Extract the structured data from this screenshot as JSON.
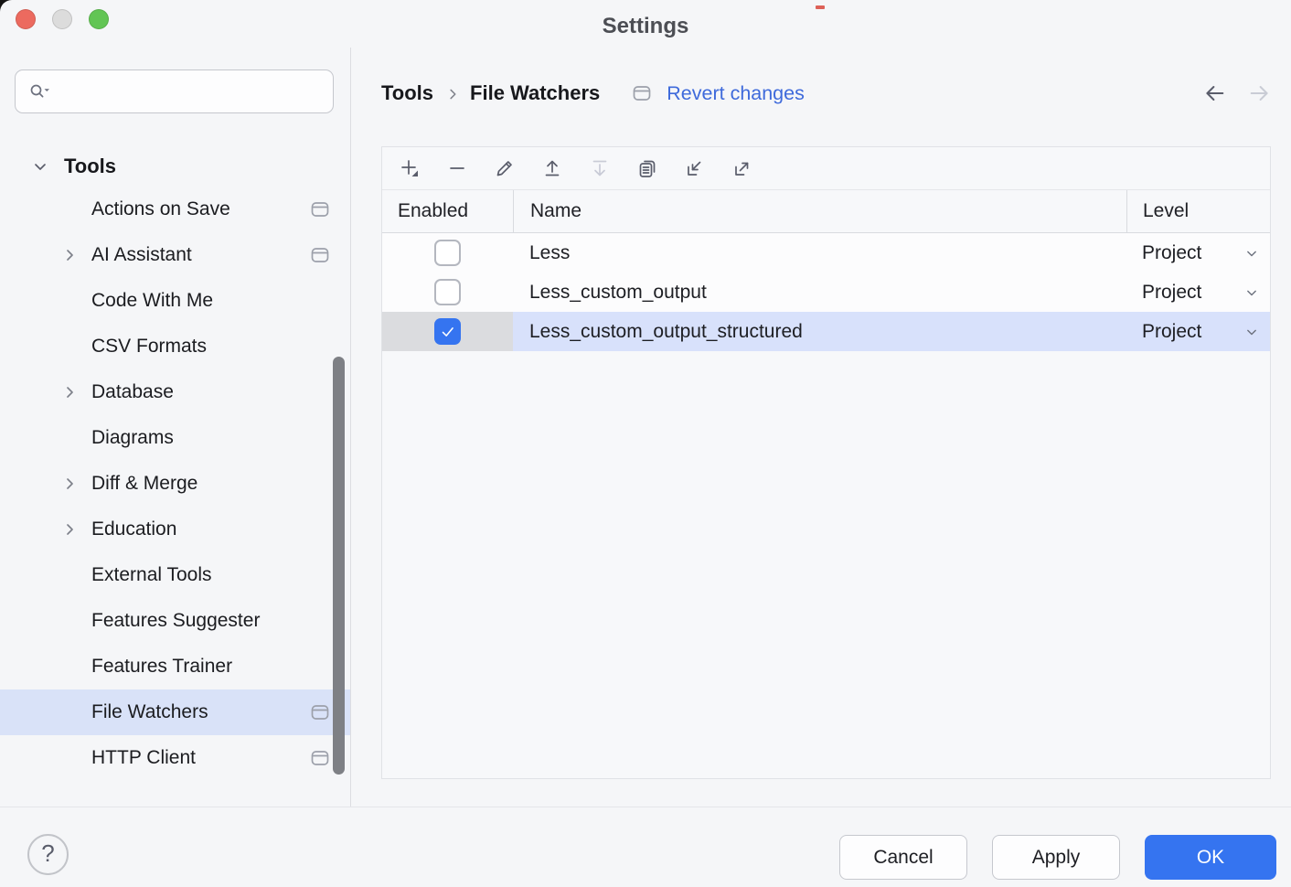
{
  "window": {
    "title": "Settings"
  },
  "titlebar": {
    "buttons": [
      "close",
      "minimize",
      "maximize"
    ]
  },
  "sidebar": {
    "search": {
      "placeholder": "",
      "value": "",
      "icon": "search-icon"
    },
    "tree": [
      {
        "label": "Tools",
        "type": "group",
        "chevron": "down",
        "modified": false,
        "selected": false
      },
      {
        "label": "Actions on Save",
        "type": "item",
        "chevron": "",
        "modified": true,
        "selected": false
      },
      {
        "label": "AI Assistant",
        "type": "item",
        "chevron": "right",
        "modified": true,
        "selected": false
      },
      {
        "label": "Code With Me",
        "type": "item",
        "chevron": "",
        "modified": false,
        "selected": false
      },
      {
        "label": "CSV Formats",
        "type": "item",
        "chevron": "",
        "modified": false,
        "selected": false
      },
      {
        "label": "Database",
        "type": "item",
        "chevron": "right",
        "modified": false,
        "selected": false
      },
      {
        "label": "Diagrams",
        "type": "item",
        "chevron": "",
        "modified": false,
        "selected": false
      },
      {
        "label": "Diff & Merge",
        "type": "item",
        "chevron": "right",
        "modified": false,
        "selected": false
      },
      {
        "label": "Education",
        "type": "item",
        "chevron": "right",
        "modified": false,
        "selected": false
      },
      {
        "label": "External Tools",
        "type": "item",
        "chevron": "",
        "modified": false,
        "selected": false
      },
      {
        "label": "Features Suggester",
        "type": "item",
        "chevron": "",
        "modified": false,
        "selected": false
      },
      {
        "label": "Features Trainer",
        "type": "item",
        "chevron": "",
        "modified": false,
        "selected": false
      },
      {
        "label": "File Watchers",
        "type": "item",
        "chevron": "",
        "modified": true,
        "selected": true
      },
      {
        "label": "HTTP Client",
        "type": "item",
        "chevron": "",
        "modified": true,
        "selected": false
      }
    ]
  },
  "header": {
    "breadcrumb": [
      "Tools",
      "File Watchers"
    ],
    "modified_marker": true,
    "revert_label": "Revert changes",
    "nav": [
      "back",
      "forward"
    ]
  },
  "toolbar": {
    "buttons": [
      {
        "icon": "add",
        "enabled": true,
        "dropdown": true
      },
      {
        "icon": "remove",
        "enabled": true
      },
      {
        "icon": "edit",
        "enabled": true
      },
      {
        "icon": "move-up",
        "enabled": true
      },
      {
        "icon": "move-down",
        "enabled": false
      },
      {
        "icon": "duplicate",
        "enabled": true
      },
      {
        "icon": "import",
        "enabled": true
      },
      {
        "icon": "export",
        "enabled": true
      }
    ]
  },
  "table": {
    "columns": [
      "Enabled",
      "Name",
      "Level"
    ],
    "rows": [
      {
        "enabled": false,
        "name": "Less",
        "level": "Project",
        "selected": false
      },
      {
        "enabled": false,
        "name": "Less_custom_output",
        "level": "Project",
        "selected": false
      },
      {
        "enabled": true,
        "name": "Less_custom_output_structured",
        "level": "Project",
        "selected": true
      }
    ]
  },
  "footer": {
    "help_label": "?",
    "buttons": [
      {
        "label": "Cancel",
        "primary": false
      },
      {
        "label": "Apply",
        "primary": false
      },
      {
        "label": "OK",
        "primary": true
      }
    ]
  },
  "colors": {
    "accent": "#3574F0",
    "selection_blue": "#D8E1FB",
    "selection_gray": "#DBDCDF",
    "selection_sidebar": "#D9E2F8",
    "link": "#3E6ADB",
    "icon": "#5A5D6B",
    "icon_disabled": "#C9CBD6"
  }
}
